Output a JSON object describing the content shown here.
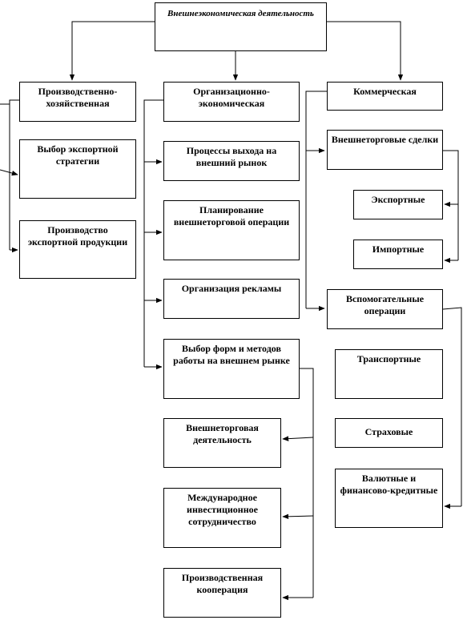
{
  "root": {
    "label": "Внешнеэкономическая деятельность"
  },
  "columns": {
    "left": {
      "header": "Производственно-хозяйственная",
      "items": [
        "Выбор экспортной стратегии",
        "Производство экспортной продукции"
      ]
    },
    "middle": {
      "header": "Организационно-экономическая",
      "items": [
        "Процессы выхода на внешний рынок",
        "Планирование внешнеторговой операции",
        "Организация рекламы",
        "Выбор форм и методов работы на внешнем рынке"
      ],
      "forms": [
        "Внешнеторговая деятельность",
        "Международное инвестиционное сотрудничество",
        "Производственная кооперация"
      ]
    },
    "right": {
      "header": "Коммерческая",
      "trade": "Внешнеторговые сделки",
      "trade_types": [
        "Экспортные",
        "Импортные"
      ],
      "aux": "Вспомогательные операции",
      "aux_types": [
        "Транспортные",
        "Страховые",
        "Валютные и финансово-кредитные"
      ]
    }
  }
}
